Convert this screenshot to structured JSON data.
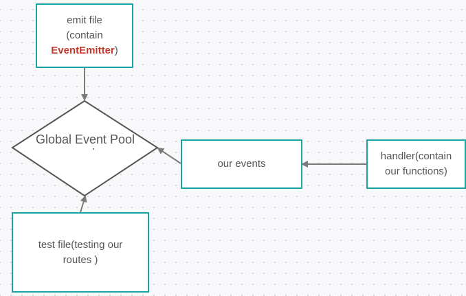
{
  "nodes": {
    "emit_file": {
      "line1": "emit file",
      "line2": "(contain",
      "highlight": "EventEmitter",
      "line3_suffix": ")"
    },
    "pool": {
      "label": "Global Event Pool"
    },
    "our_events": {
      "label": "our events"
    },
    "handler": {
      "line1": "handler(contain",
      "line2": "our functions)"
    },
    "test_file": {
      "line1": "test file(testing our",
      "line2": "routes )"
    }
  },
  "edges": [
    {
      "from": "emit_file",
      "to": "pool"
    },
    {
      "from": "our_events",
      "to": "pool"
    },
    {
      "from": "handler",
      "to": "our_events"
    },
    {
      "from": "test_file",
      "to": "pool"
    }
  ],
  "colors": {
    "box_border": "#1aa3a3",
    "diamond_stroke": "#555555",
    "arrow": "#7a7a7a",
    "text": "#555555",
    "highlight": "#c0392b"
  }
}
